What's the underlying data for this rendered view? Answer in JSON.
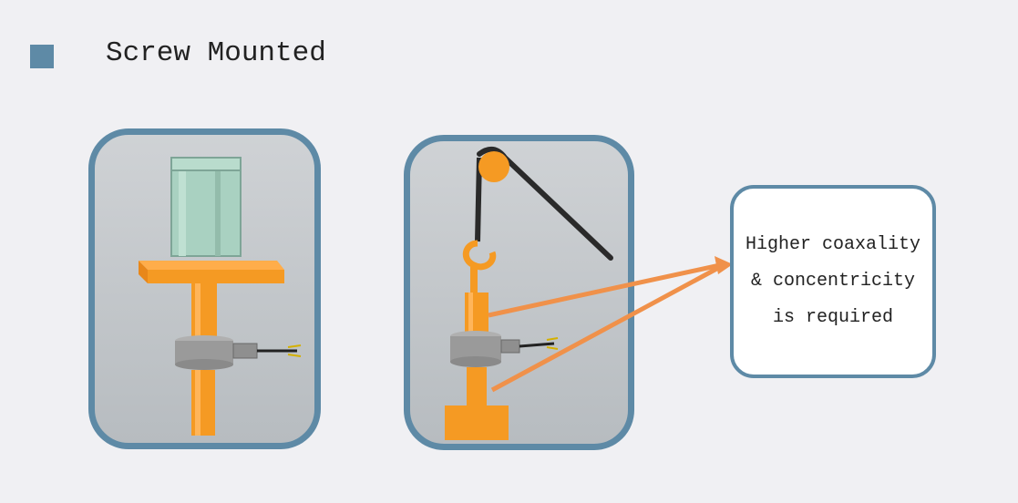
{
  "title": "Screw Mounted",
  "callout": {
    "lines": [
      "Higher coaxality",
      "& concentricity",
      "is required"
    ]
  },
  "colors": {
    "accent": "#5e8aa6",
    "orange": "#f59a23",
    "arrow": "#f0914a",
    "motor": "#a9d1c1"
  },
  "icons": {
    "bullet": "title-bullet-square"
  }
}
